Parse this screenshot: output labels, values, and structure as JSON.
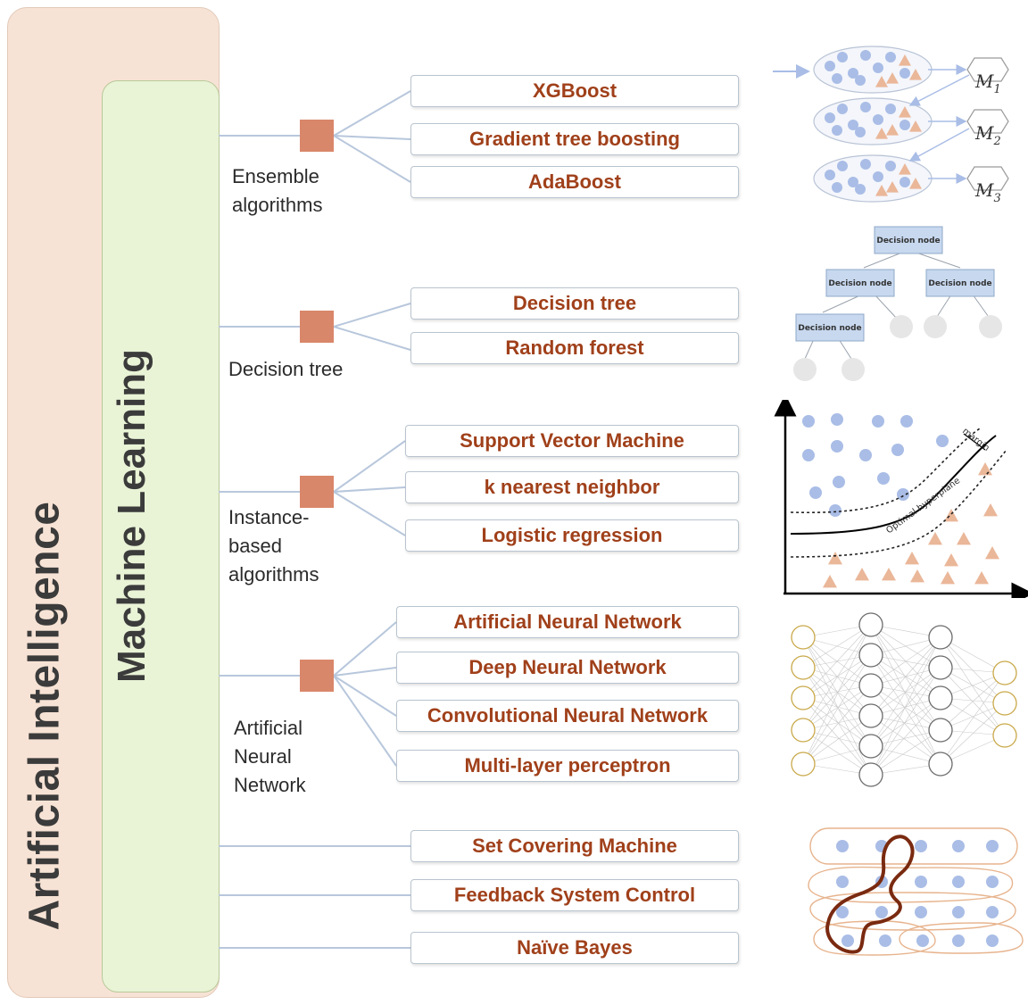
{
  "outer_label": "Artificial Intelligence",
  "inner_label": "Machine Learning",
  "groups": [
    {
      "label": "Ensemble\nalgorithms",
      "items": [
        "XGBoost",
        "Gradient tree boosting",
        "AdaBoost"
      ]
    },
    {
      "label": "Decision tree",
      "items": [
        "Decision tree",
        "Random forest"
      ]
    },
    {
      "label": "Instance-\nbased\nalgorithms",
      "items": [
        "Support Vector Machine",
        "k nearest neighbor",
        "Logistic regression"
      ]
    },
    {
      "label": "Artificial\nNeural\nNetwork",
      "items": [
        "Artificial Neural Network",
        "Deep Neural Network",
        "Convolutional Neural Network",
        "Multi-layer perceptron"
      ]
    }
  ],
  "standalone": [
    "Set Covering Machine",
    "Feedback System Control",
    "Naïve Bayes"
  ],
  "illustrations": {
    "ensemble_models": [
      "M",
      "M",
      "M"
    ],
    "ensemble_model_subscripts": [
      "1",
      "2",
      "3"
    ],
    "tree_nodes": [
      "Decision node",
      "Decision node",
      "Decision node",
      "Decision node"
    ],
    "svm_labels": [
      "Optimal hyperplane",
      "margin"
    ]
  },
  "colors": {
    "ai_panel": "#f7e3d5",
    "ml_panel": "#e9f3d6",
    "node": "#d9876a",
    "item_text": "#a0401a",
    "dot_blue": "#a9bde6",
    "triangle_orange": "#eab799"
  }
}
